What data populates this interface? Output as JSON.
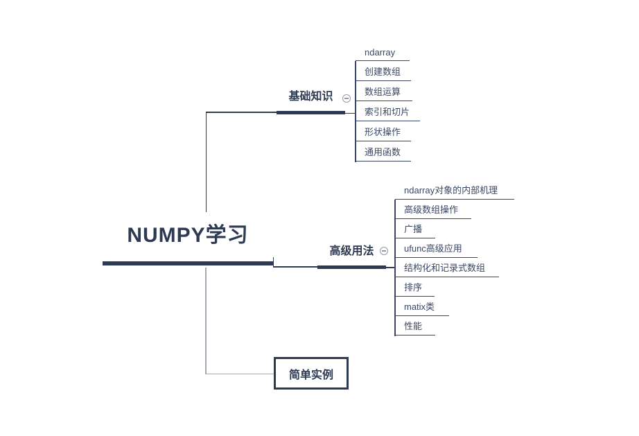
{
  "root": {
    "label": "NUMPY学习"
  },
  "branches": {
    "basics": {
      "label": "基础知识",
      "children": [
        "ndarray",
        "创建数组",
        "数组运算",
        "索引和切片",
        "形状操作",
        "通用函数"
      ]
    },
    "advanced": {
      "label": "高级用法",
      "children": [
        "ndarray对象的内部机理",
        "高级数组操作",
        "广播",
        "ufunc高级应用",
        "结构化和记录式数组",
        "排序",
        "matix类",
        "性能"
      ]
    },
    "examples": {
      "label": "简单实例"
    }
  },
  "icons": {
    "collapse": "minus-in-circle"
  },
  "colors": {
    "primary": "#2e3a52",
    "subtopic": "#3a4663",
    "connector_gray": "#a6a9b3",
    "collapse_icon": "#9099a8",
    "background": "#ffffff"
  }
}
